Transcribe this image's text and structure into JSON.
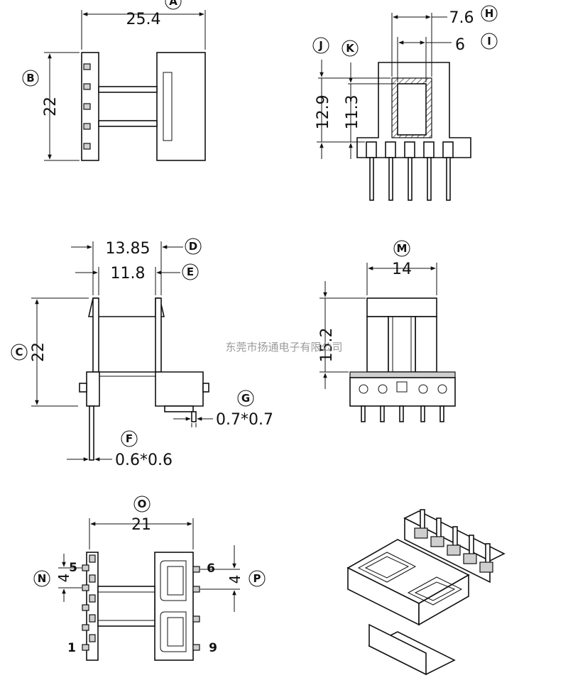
{
  "dimensions": {
    "width_top": "25.4",
    "height_top": "22",
    "outer_width": "7.6",
    "inner_width": "6",
    "outer_height": "12.9",
    "inner_height": "11.3",
    "flange_span": "13.85",
    "winding_width": "11.8",
    "height_side": "22",
    "pin_size_g": "0.7*0.7",
    "pin_size_f": "0.6*0.6",
    "front_width": "14",
    "front_height": "15.2",
    "bottom_span": "21",
    "pitch_left": "4",
    "pitch_right": "4"
  },
  "callouts": {
    "a": "A",
    "b": "B",
    "c": "C",
    "d": "D",
    "e": "E",
    "f": "F",
    "g": "G",
    "h": "H",
    "i": "I",
    "j": "J",
    "k": "K",
    "m": "M",
    "n": "N",
    "o": "O",
    "p": "P"
  },
  "pins": {
    "p1": "1",
    "p5": "5",
    "p6": "6",
    "p9": "9"
  },
  "watermark": "东莞市扬通电子有限公司"
}
